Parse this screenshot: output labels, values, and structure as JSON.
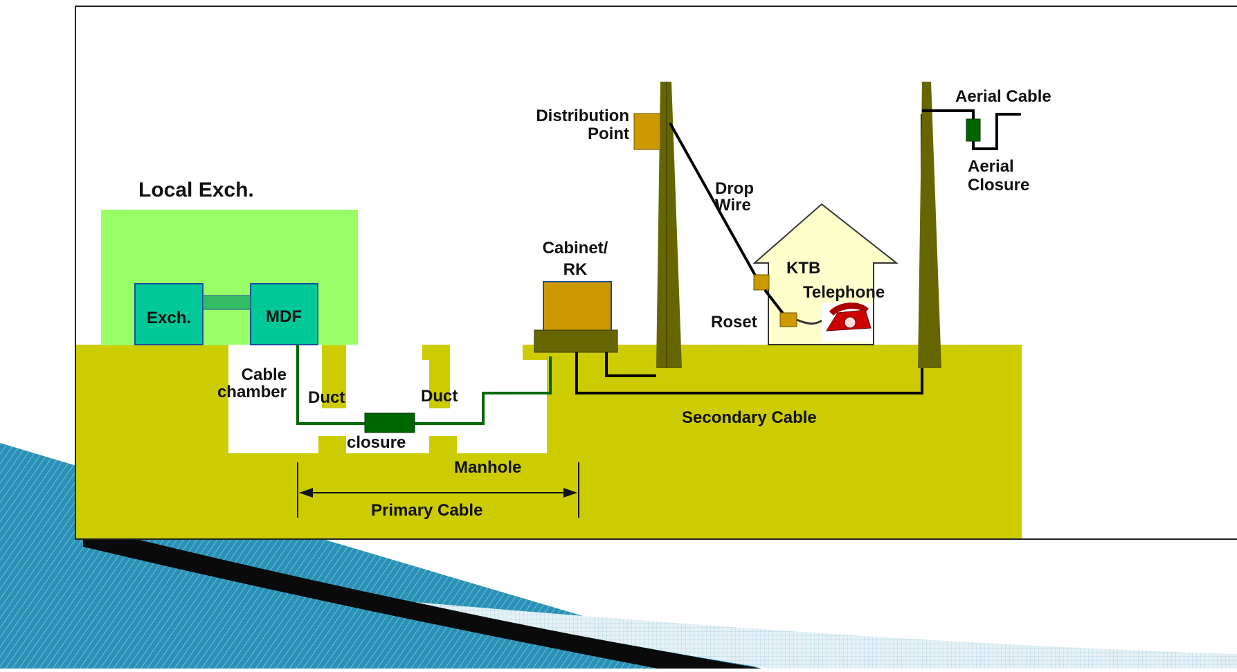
{
  "colors": {
    "ground": "#cccc00",
    "exchange_area": "#99ff66",
    "exchange_box": "#00c898",
    "cabinet": "#cc9900",
    "closure": "#006600",
    "pole": "#666600",
    "house": "#ffffcc",
    "primary_cable": "#006600",
    "drop_cable": "#000000",
    "slide_accent": "#1a7fa0"
  },
  "diagram": {
    "labels": {
      "local_exch": "Local Exch.",
      "exch": "Exch.",
      "mdf": "MDF",
      "cable_chamber_line1": "Cable",
      "cable_chamber_line2": "chamber",
      "duct_left": "Duct",
      "duct_right": "Duct",
      "closure": "closure",
      "manhole": "Manhole",
      "primary_cable": "Primary Cable",
      "cabinet_line1": "Cabinet/",
      "cabinet_line2": "RK",
      "distribution_point_line1": "Distribution",
      "distribution_point_line2": "Point",
      "drop_wire_line1": "Drop",
      "drop_wire_line2": "Wire",
      "ktb": "KTB",
      "telephone": "Telephone",
      "roset": "Roset",
      "secondary_cable": "Secondary Cable",
      "aerial_cable": "Aerial Cable",
      "aerial_closure_line1": "Aerial",
      "aerial_closure_line2": "Closure"
    },
    "icons": {
      "telephone": "telephone-icon",
      "arrow_left": "arrow-left-icon",
      "arrow_right": "arrow-right-icon"
    }
  }
}
